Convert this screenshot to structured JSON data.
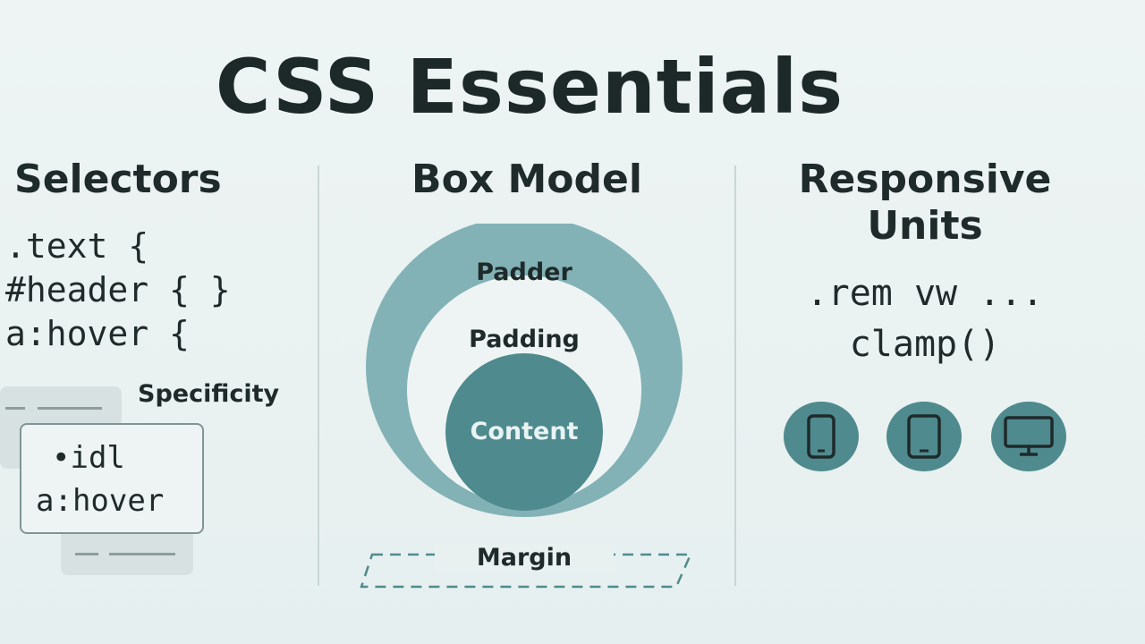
{
  "title": "CSS Essentials",
  "colors": {
    "background": "#e9f1f1",
    "accent_light": "#82b2b6",
    "accent_mid": "#4f8a8e",
    "content_fill": "#4e8a8e",
    "text": "#1f2a2a"
  },
  "selectors": {
    "heading": "Selectors",
    "code_lines": [
      ".text {",
      "#header { }",
      "a:hover {"
    ],
    "specificity_label": "Specificity",
    "card_lines": [
      "•idl",
      "a:hover"
    ]
  },
  "box_model": {
    "heading": "Box Model",
    "outer_label": "Padder",
    "middle_label": "Padding",
    "inner_label": "Content",
    "margin_label": "Margin"
  },
  "responsive": {
    "heading_line1": "Responsive",
    "heading_line2": "Units",
    "units_line1": ".rem vw ...",
    "units_line2": "clamp()",
    "devices": [
      "phone-icon",
      "tablet-icon",
      "desktop-icon"
    ]
  }
}
